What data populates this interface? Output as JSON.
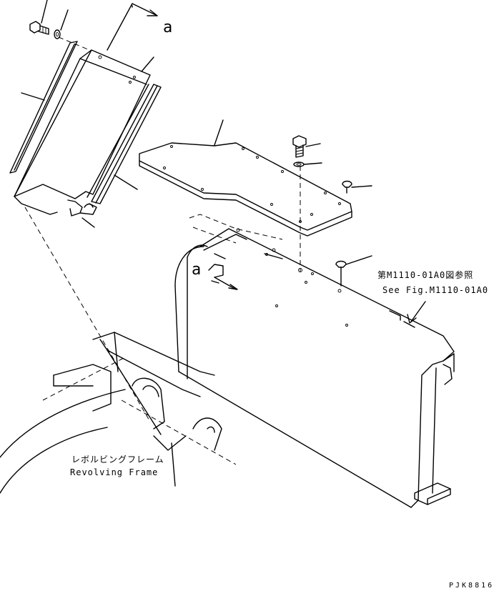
{
  "view_marker": "a",
  "labels": {
    "reference_ja": "第M1110-01A0図参照",
    "reference_en": "See Fig.M1110-01A0",
    "frame_ja": "レボルビングフレーム",
    "frame_en": "Revolving Frame"
  },
  "drawing_code": "PJK8816"
}
